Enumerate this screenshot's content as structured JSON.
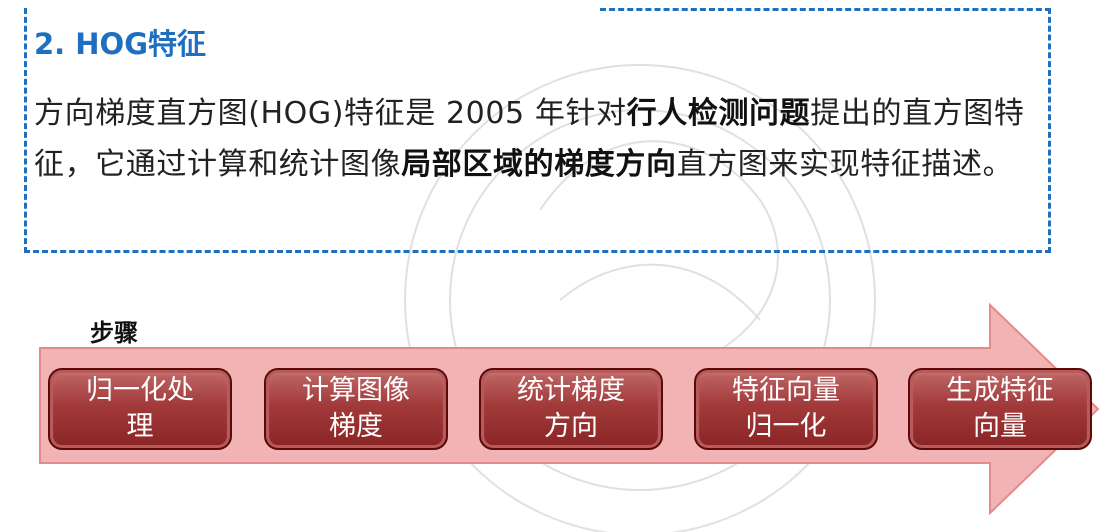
{
  "heading": "2. HOG特征",
  "paragraph": [
    {
      "text": "方向梯度直方图(HOG)特征是 2005 年针对",
      "bold": false
    },
    {
      "text": "行人检测问题",
      "bold": true
    },
    {
      "text": "提出的直方图特征，它通过计算和统计图像",
      "bold": false
    },
    {
      "text": "局部区域的梯度方向",
      "bold": true
    },
    {
      "text": "直方图来实现特征描述。",
      "bold": false
    }
  ],
  "steps_label": "步骤",
  "steps": [
    {
      "label": "归一化处\n理"
    },
    {
      "label": "计算图像\n梯度"
    },
    {
      "label": "统计梯度\n方向"
    },
    {
      "label": "特征向量\n归一化"
    },
    {
      "label": "生成特征\n向量"
    }
  ],
  "colors": {
    "accent": "#1f6fc0",
    "step_fill": "#a23a3a",
    "arrow_fill": "#f1b3b3",
    "arrow_stroke": "#e58a8a"
  }
}
